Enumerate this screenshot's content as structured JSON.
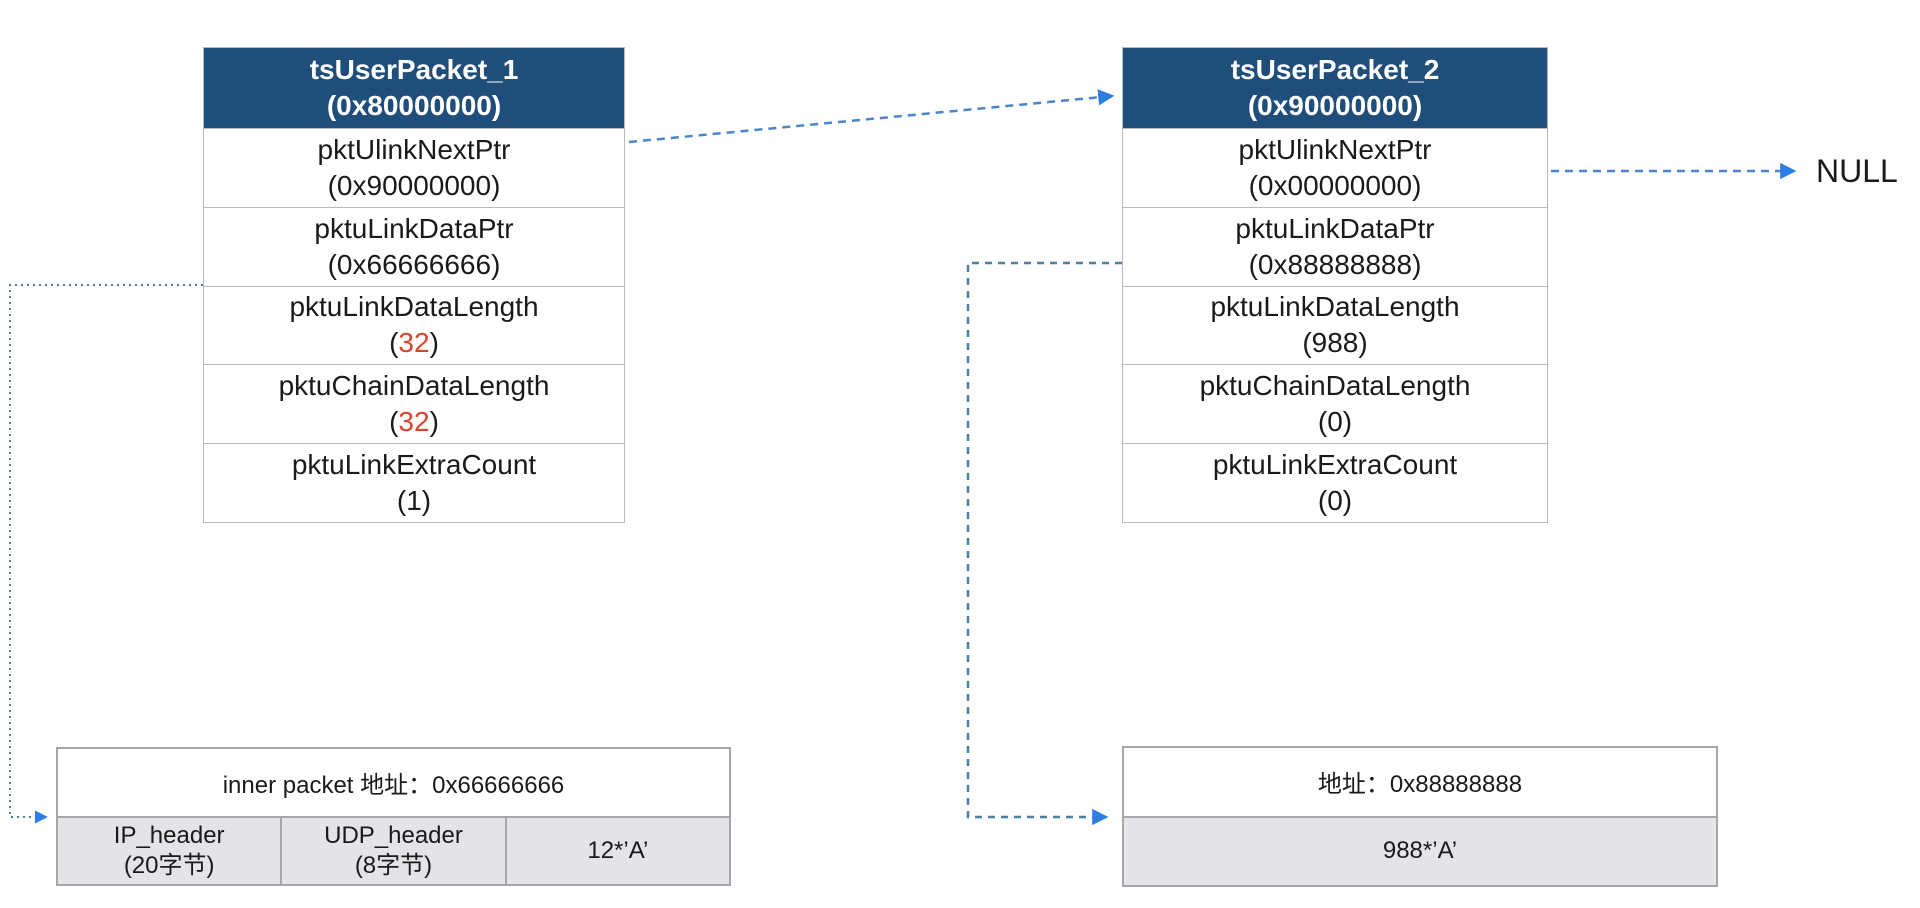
{
  "colors": {
    "header_bg": "#1e4e79",
    "header_text": "#ffffff",
    "text": "#1a1a1a",
    "value_red": "#d9442e",
    "table_border": "#b9b9b9",
    "buffer_border": "#a6a6a6",
    "buffer_row_gray": "#e3e3e8",
    "line_blue": "#4a86c6",
    "line_steel": "#4b80a0",
    "line_teal": "#4f8296",
    "arrow_head": "#2e7de2"
  },
  "packets": [
    {
      "title": "tsUserPacket_1",
      "address": "(0x80000000)",
      "rows": [
        {
          "name": "pktUlinkNextPtr",
          "value": "(0x90000000)"
        },
        {
          "name": "pktuLinkDataPtr",
          "value": "(0x66666666)"
        },
        {
          "name": "pktuLinkDataLength",
          "open": "(",
          "value": "32",
          "close": ")",
          "red": true
        },
        {
          "name": "pktuChainDataLength",
          "open": "(",
          "value": "32",
          "close": ")",
          "red": true
        },
        {
          "name": "pktuLinkExtraCount",
          "value": "(1)"
        }
      ]
    },
    {
      "title": "tsUserPacket_2",
      "address": "(0x90000000)",
      "rows": [
        {
          "name": "pktUlinkNextPtr",
          "value": "(0x00000000)"
        },
        {
          "name": "pktuLinkDataPtr",
          "value": "(0x88888888)"
        },
        {
          "name": "pktuLinkDataLength",
          "value": "(988)"
        },
        {
          "name": "pktuChainDataLength",
          "value": "(0)"
        },
        {
          "name": "pktuLinkExtraCount",
          "value": "(0)"
        }
      ]
    }
  ],
  "null_label": "NULL",
  "buffers": [
    {
      "title": "inner packet 地址：0x66666666",
      "cells": [
        {
          "line1": "IP_header",
          "line2": "(20字节)"
        },
        {
          "line1": "UDP_header",
          "line2": "(8字节)"
        },
        {
          "line1": "12*’A’"
        }
      ]
    },
    {
      "title": "地址：0x88888888",
      "data": "988*’A’"
    }
  ]
}
